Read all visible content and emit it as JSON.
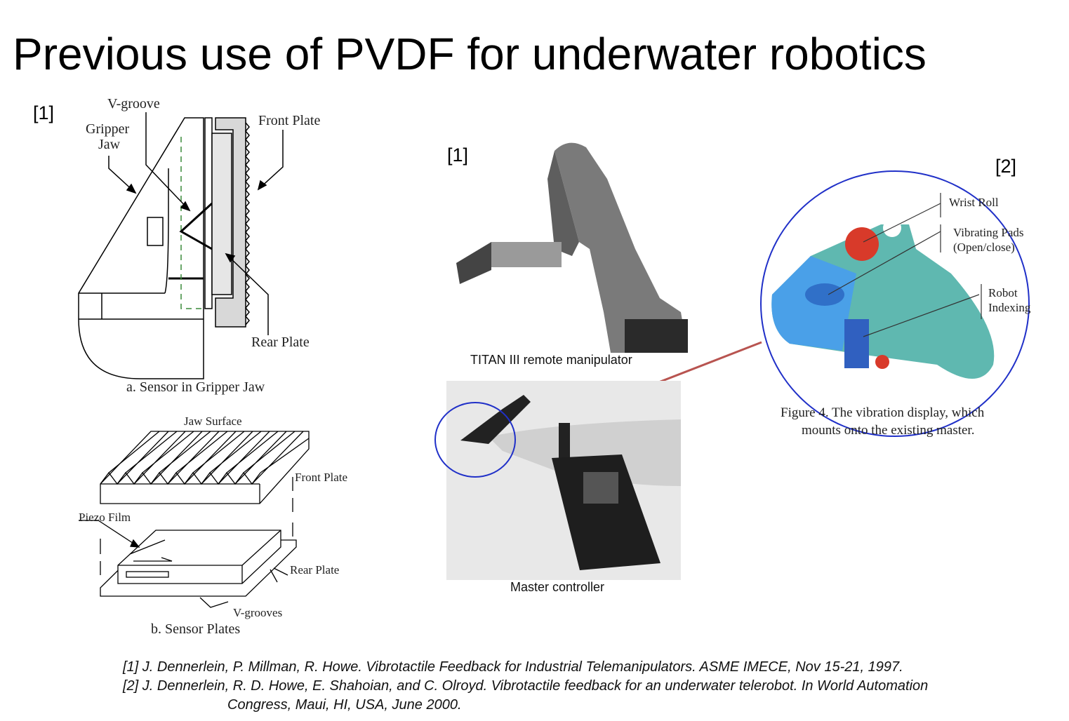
{
  "slide": {
    "title": "Previous use of PVDF for underwater robotics",
    "ref_markers": [
      "[1]",
      "[1]",
      "[2]"
    ],
    "figure_a": {
      "labels": {
        "v_groove": "V-groove",
        "gripper": "Gripper",
        "jaw": "Jaw",
        "front_plate": "Front Plate",
        "rear_plate": "Rear Plate"
      },
      "caption": "a. Sensor in Gripper Jaw"
    },
    "figure_b": {
      "labels": {
        "jaw_surface": "Jaw Surface",
        "front_plate": "Front Plate",
        "piezo_film": "Piezo Film",
        "rear_plate": "Rear Plate",
        "v_grooves": "V-grooves"
      },
      "caption": "b.  Sensor Plates"
    },
    "photo_titan": {
      "caption": "TITAN III remote manipulator"
    },
    "photo_master": {
      "caption": "Master controller"
    },
    "figure_4": {
      "labels": {
        "wrist_roll": "Wrist Roll",
        "vibrating_pads": "Vibrating Pads",
        "open_close": "(Open/close)",
        "robot": "Robot",
        "indexing": "Indexing"
      },
      "caption_line1": "Figure 4.  The vibration display, which",
      "caption_line2": "mounts onto the existing master."
    },
    "citations": [
      "[1] J. Dennerlein, P. Millman, R. Howe. Vibrotactile Feedback for Industrial Telemanipulators. ASME IMECE, Nov 15-21, 1997.",
      "[2] J. Dennerlein, R. D. Howe, E. Shahoian, and C. Olroyd. Vibrotactile feedback for an underwater telerobot. In World Automation",
      "Congress, Maui, HI, USA, June 2000."
    ],
    "colors": {
      "highlight_circle": "#2030c8",
      "connector_line": "#b85450",
      "teal": "#5fb8b0",
      "blue": "#4a8fe0",
      "red": "#d83a2a"
    }
  }
}
